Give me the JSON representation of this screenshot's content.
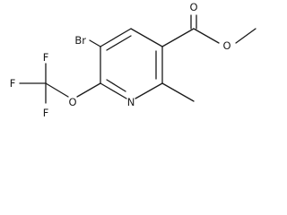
{
  "atoms": {
    "br": "Br",
    "o_carbonyl": "O",
    "o_ester": "O",
    "n": "N",
    "o_ether": "O",
    "f_top": "F",
    "f_left": "F",
    "f_bottom": "F"
  }
}
